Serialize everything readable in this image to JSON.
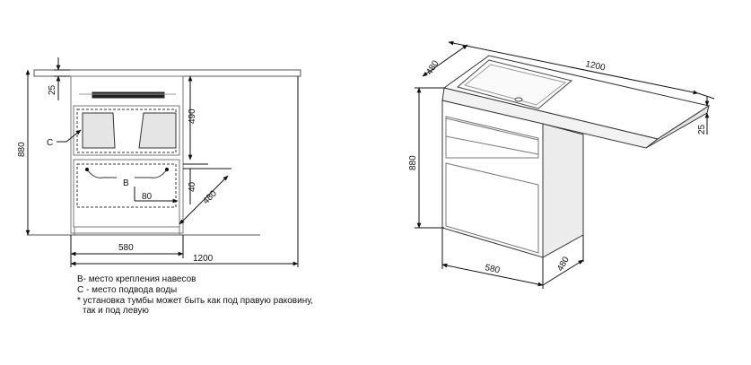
{
  "front_view": {
    "dims": {
      "height_total": "880",
      "top_thickness": "25",
      "upper_drawer": "490",
      "gap": "40",
      "depth": "480",
      "width_cabinet": "580",
      "width_total": "1200",
      "hinge_offset": "80"
    },
    "labels": {
      "water_supply": "C",
      "hinge_mount": "B"
    }
  },
  "iso_view": {
    "dims": {
      "top_depth": "480",
      "top_width": "1200",
      "top_thickness": "25",
      "height": "880",
      "base_width": "580",
      "base_depth": "480"
    }
  },
  "legend": [
    "B- место крепления навесов",
    "C - место подвода воды",
    "* установка тумбы может быть как под правую раковину,",
    "  так и под левую"
  ]
}
